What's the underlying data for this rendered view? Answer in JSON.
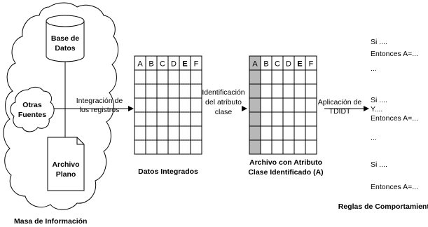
{
  "source": {
    "cloud_label": "Masa de Información",
    "database_label": [
      "Base de",
      "Datos"
    ],
    "other_sources_label": [
      "Otras",
      "Fuentes"
    ],
    "flat_file_label": [
      "Archivo",
      "Plano"
    ]
  },
  "steps": {
    "integration": [
      "Integración de",
      "los registros"
    ],
    "identification": [
      "Identificación",
      "del atributo",
      "clase"
    ],
    "application": [
      "Aplicación de",
      "TDIDT"
    ]
  },
  "tables": {
    "integrated": {
      "columns": [
        "A",
        "B",
        "C",
        "D",
        "E",
        "F"
      ],
      "bold_columns": [
        "E"
      ],
      "caption": "Datos Integrados"
    },
    "identified": {
      "columns": [
        "A",
        "B",
        "C",
        "D",
        "E",
        "F"
      ],
      "bold_columns": [
        "E"
      ],
      "highlighted_column": "A",
      "caption": [
        "Archivo con Atributo",
        "Clase Identificado (A)"
      ]
    }
  },
  "rules": {
    "caption": "Reglas de Comportamiento",
    "lines": [
      "Si ....",
      "Entonces A=...",
      "...",
      "Si ....",
      "Y....",
      "Entonces A=...",
      "...",
      "Si ....",
      "Entonces A=..."
    ]
  }
}
